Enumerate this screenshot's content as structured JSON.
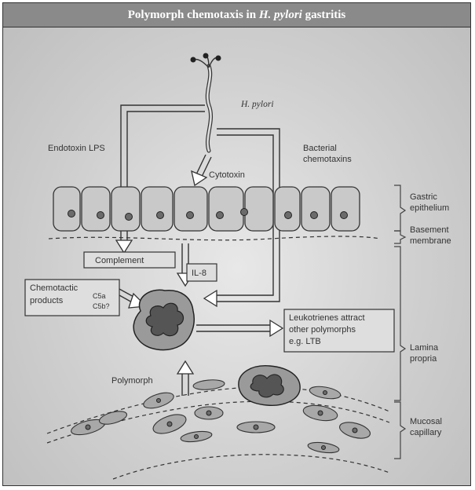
{
  "title": {
    "prefix": "Polymorph chemotaxis in ",
    "species": "H. pylori",
    "suffix": " gastritis"
  },
  "organism_label": "H. pylori",
  "labels": {
    "endotoxin": "Endotoxin LPS",
    "bacterial_chemotaxins_line1": "Bacterial",
    "bacterial_chemotaxins_line2": "chemotaxins",
    "cytotoxin": "Cytotoxin",
    "complement": "Complement",
    "il8": "IL-8",
    "chemotactic_line1": "Chemotactic",
    "chemotactic_line2": "products",
    "c5a": "C5a",
    "c5b": "C5b?",
    "leukotrienes_line1": "Leukotrienes attract",
    "leukotrienes_line2": "other polymorphs",
    "leukotrienes_line3": "e.g. LTB",
    "polymorph": "Polymorph"
  },
  "layers": {
    "gastric_line1": "Gastric",
    "gastric_line2": "epithelium",
    "basement_line1": "Basement",
    "basement_line2": "membrane",
    "lamina_line1": "Lamina",
    "lamina_line2": "propria",
    "mucosal_line1": "Mucosal",
    "mucosal_line2": "capillary"
  }
}
